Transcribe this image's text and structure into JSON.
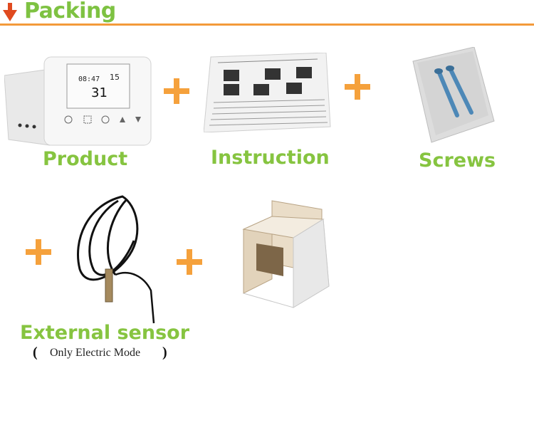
{
  "header": {
    "title": "Packing",
    "accent": "#f39a3a",
    "text_color": "#7ec242"
  },
  "items": [
    {
      "label": "Product",
      "image": "thermostat-image"
    },
    {
      "label": "Instruction",
      "image": "instruction-manual-image"
    },
    {
      "label": "Screws",
      "image": "screws-bag-image"
    },
    {
      "label": "External sensor",
      "image": "sensor-cable-image"
    },
    {
      "label": "",
      "image": "carton-box-image"
    }
  ],
  "thermostat": {
    "time": "08:47",
    "set_temp": "15",
    "room_temp": "31"
  },
  "note": {
    "open": "(",
    "text": "Only Electric Mode",
    "close": ")"
  },
  "plus_symbol": "+"
}
